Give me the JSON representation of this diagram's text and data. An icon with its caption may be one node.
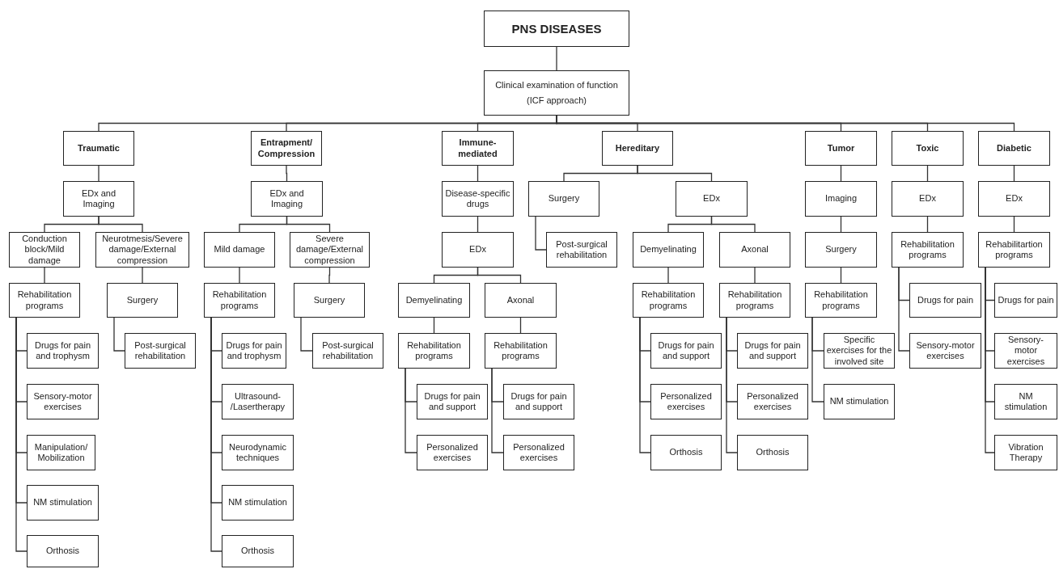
{
  "diagram": {
    "nodes": [
      {
        "text": [
          "PNS DISEASES"
        ]
      },
      {
        "text": [
          "Clinical examination of function",
          "(ICF approach)"
        ]
      },
      {
        "text": [
          "Traumatic"
        ]
      },
      {
        "text": [
          "EDx and Imaging"
        ]
      },
      {
        "text": [
          "Conduction block/Mild damage"
        ]
      },
      {
        "text": [
          "Rehabilitation programs"
        ]
      },
      {
        "text": [
          "Drugs for pain and trophysm"
        ]
      },
      {
        "text": [
          "Sensory-motor exercises"
        ]
      },
      {
        "text": [
          "Manipulation/ Mobilization"
        ]
      },
      {
        "text": [
          "NM stimulation"
        ]
      },
      {
        "text": [
          "Orthosis"
        ]
      },
      {
        "text": [
          "Neurotmesis/Severe damage/External compression"
        ]
      },
      {
        "text": [
          "Surgery"
        ]
      },
      {
        "text": [
          "Post-surgical rehabilitation"
        ]
      },
      {
        "text": [
          "Entrapment/ Compression"
        ]
      },
      {
        "text": [
          "EDx and Imaging"
        ]
      },
      {
        "text": [
          "Mild damage"
        ]
      },
      {
        "text": [
          "Rehabilitation programs"
        ]
      },
      {
        "text": [
          "Drugs for pain and trophysm"
        ]
      },
      {
        "text": [
          "Ultrasound- /Lasertherapy"
        ]
      },
      {
        "text": [
          "Neurodynamic techniques"
        ]
      },
      {
        "text": [
          "NM stimulation"
        ]
      },
      {
        "text": [
          "Orthosis"
        ]
      },
      {
        "text": [
          "Severe damage/External compression"
        ]
      },
      {
        "text": [
          "Surgery"
        ]
      },
      {
        "text": [
          "Post-surgical rehabilitation"
        ]
      },
      {
        "text": [
          "Immune- mediated"
        ]
      },
      {
        "text": [
          "Disease-specific drugs"
        ]
      },
      {
        "text": [
          "EDx"
        ]
      },
      {
        "text": [
          "Demyelinating"
        ]
      },
      {
        "text": [
          "Rehabilitation programs"
        ]
      },
      {
        "text": [
          "Drugs for pain and support"
        ]
      },
      {
        "text": [
          "Personalized exercises"
        ]
      },
      {
        "text": [
          "Axonal"
        ]
      },
      {
        "text": [
          "Rehabilitation programs"
        ]
      },
      {
        "text": [
          "Drugs for pain and support"
        ]
      },
      {
        "text": [
          "Personalized exercises"
        ]
      },
      {
        "text": [
          "Hereditary"
        ]
      },
      {
        "text": [
          "Surgery"
        ]
      },
      {
        "text": [
          "Post-surgical rehabilitation"
        ]
      },
      {
        "text": [
          "EDx"
        ]
      },
      {
        "text": [
          "Demyelinating"
        ]
      },
      {
        "text": [
          "Rehabilitation programs"
        ]
      },
      {
        "text": [
          "Drugs for pain and support"
        ]
      },
      {
        "text": [
          "Personalized exercises"
        ]
      },
      {
        "text": [
          "Orthosis"
        ]
      },
      {
        "text": [
          "Axonal"
        ]
      },
      {
        "text": [
          "Rehabilitation programs"
        ]
      },
      {
        "text": [
          "Drugs for pain and support"
        ]
      },
      {
        "text": [
          "Personalized exercises"
        ]
      },
      {
        "text": [
          "Orthosis"
        ]
      },
      {
        "text": [
          "Tumor"
        ]
      },
      {
        "text": [
          "Imaging"
        ]
      },
      {
        "text": [
          "Surgery"
        ]
      },
      {
        "text": [
          "Rehabilitation programs"
        ]
      },
      {
        "text": [
          "Specific exercises for the involved site"
        ]
      },
      {
        "text": [
          "NM stimulation"
        ]
      },
      {
        "text": [
          "Toxic"
        ]
      },
      {
        "text": [
          "EDx"
        ]
      },
      {
        "text": [
          "Rehabilitation programs"
        ]
      },
      {
        "text": [
          "Drugs for pain"
        ]
      },
      {
        "text": [
          "Sensory-motor exercises"
        ]
      },
      {
        "text": [
          "Diabetic"
        ]
      },
      {
        "text": [
          "EDx"
        ]
      },
      {
        "text": [
          "Rehabilitartion programs"
        ]
      },
      {
        "text": [
          "Drugs for pain"
        ]
      },
      {
        "text": [
          "Sensory-motor exercises"
        ]
      },
      {
        "text": [
          "NM stimulation"
        ]
      },
      {
        "text": [
          "Vibration Therapy"
        ]
      }
    ],
    "edges": [
      {
        "from": 0,
        "to": 1,
        "arrow": "none"
      },
      {
        "from": 1,
        "to": 2,
        "arrow": "none"
      },
      {
        "from": 2,
        "to": 3,
        "arrow": "none"
      },
      {
        "from": 3,
        "to": 4,
        "arrow": "none"
      },
      {
        "from": 4,
        "to": 5,
        "arrow": "none"
      },
      {
        "from": 5,
        "to": 6,
        "arrow": "none"
      },
      {
        "from": 5,
        "to": 7,
        "arrow": "none"
      },
      {
        "from": 5,
        "to": 8,
        "arrow": "none"
      },
      {
        "from": 5,
        "to": 9,
        "arrow": "none"
      },
      {
        "from": 5,
        "to": 10,
        "arrow": "none"
      },
      {
        "from": 3,
        "to": 11,
        "arrow": "none"
      },
      {
        "from": 11,
        "to": 12,
        "arrow": "none"
      },
      {
        "from": 12,
        "to": 13,
        "arrow": "none"
      },
      {
        "from": 1,
        "to": 14,
        "arrow": "none"
      },
      {
        "from": 14,
        "to": 15,
        "arrow": "none"
      },
      {
        "from": 15,
        "to": 16,
        "arrow": "none"
      },
      {
        "from": 16,
        "to": 17,
        "arrow": "none"
      },
      {
        "from": 17,
        "to": 18,
        "arrow": "none"
      },
      {
        "from": 17,
        "to": 19,
        "arrow": "none"
      },
      {
        "from": 17,
        "to": 20,
        "arrow": "none"
      },
      {
        "from": 17,
        "to": 21,
        "arrow": "none"
      },
      {
        "from": 17,
        "to": 22,
        "arrow": "none"
      },
      {
        "from": 15,
        "to": 23,
        "arrow": "none"
      },
      {
        "from": 23,
        "to": 24,
        "arrow": "none"
      },
      {
        "from": 24,
        "to": 25,
        "arrow": "none"
      },
      {
        "from": 1,
        "to": 26,
        "arrow": "none"
      },
      {
        "from": 26,
        "to": 27,
        "arrow": "none"
      },
      {
        "from": 27,
        "to": 28,
        "arrow": "none"
      },
      {
        "from": 28,
        "to": 29,
        "arrow": "none"
      },
      {
        "from": 29,
        "to": 30,
        "arrow": "none"
      },
      {
        "from": 30,
        "to": 31,
        "arrow": "none"
      },
      {
        "from": 30,
        "to": 32,
        "arrow": "none"
      },
      {
        "from": 28,
        "to": 33,
        "arrow": "none"
      },
      {
        "from": 33,
        "to": 34,
        "arrow": "none"
      },
      {
        "from": 34,
        "to": 35,
        "arrow": "none"
      },
      {
        "from": 34,
        "to": 36,
        "arrow": "none"
      },
      {
        "from": 1,
        "to": 37,
        "arrow": "none"
      },
      {
        "from": 37,
        "to": 38,
        "arrow": "none"
      },
      {
        "from": 38,
        "to": 39,
        "arrow": "none"
      },
      {
        "from": 37,
        "to": 40,
        "arrow": "none"
      },
      {
        "from": 40,
        "to": 41,
        "arrow": "none"
      },
      {
        "from": 41,
        "to": 42,
        "arrow": "none"
      },
      {
        "from": 42,
        "to": 43,
        "arrow": "none"
      },
      {
        "from": 42,
        "to": 44,
        "arrow": "none"
      },
      {
        "from": 42,
        "to": 45,
        "arrow": "none"
      },
      {
        "from": 40,
        "to": 46,
        "arrow": "none"
      },
      {
        "from": 46,
        "to": 47,
        "arrow": "none"
      },
      {
        "from": 47,
        "to": 48,
        "arrow": "none"
      },
      {
        "from": 47,
        "to": 49,
        "arrow": "none"
      },
      {
        "from": 47,
        "to": 50,
        "arrow": "none"
      },
      {
        "from": 1,
        "to": 51,
        "arrow": "none"
      },
      {
        "from": 51,
        "to": 52,
        "arrow": "none"
      },
      {
        "from": 52,
        "to": 53,
        "arrow": "none"
      },
      {
        "from": 53,
        "to": 54,
        "arrow": "none"
      },
      {
        "from": 54,
        "to": 55,
        "arrow": "none"
      },
      {
        "from": 54,
        "to": 56,
        "arrow": "none"
      },
      {
        "from": 1,
        "to": 57,
        "arrow": "none"
      },
      {
        "from": 57,
        "to": 58,
        "arrow": "none"
      },
      {
        "from": 58,
        "to": 59,
        "arrow": "none"
      },
      {
        "from": 59,
        "to": 60,
        "arrow": "none"
      },
      {
        "from": 59,
        "to": 61,
        "arrow": "none"
      },
      {
        "from": 1,
        "to": 62,
        "arrow": "none"
      },
      {
        "from": 62,
        "to": 63,
        "arrow": "none"
      },
      {
        "from": 63,
        "to": 64,
        "arrow": "none"
      },
      {
        "from": 64,
        "to": 65,
        "arrow": "none"
      },
      {
        "from": 64,
        "to": 66,
        "arrow": "none"
      },
      {
        "from": 64,
        "to": 67,
        "arrow": "none"
      },
      {
        "from": 64,
        "to": 68,
        "arrow": "none"
      }
    ]
  }
}
